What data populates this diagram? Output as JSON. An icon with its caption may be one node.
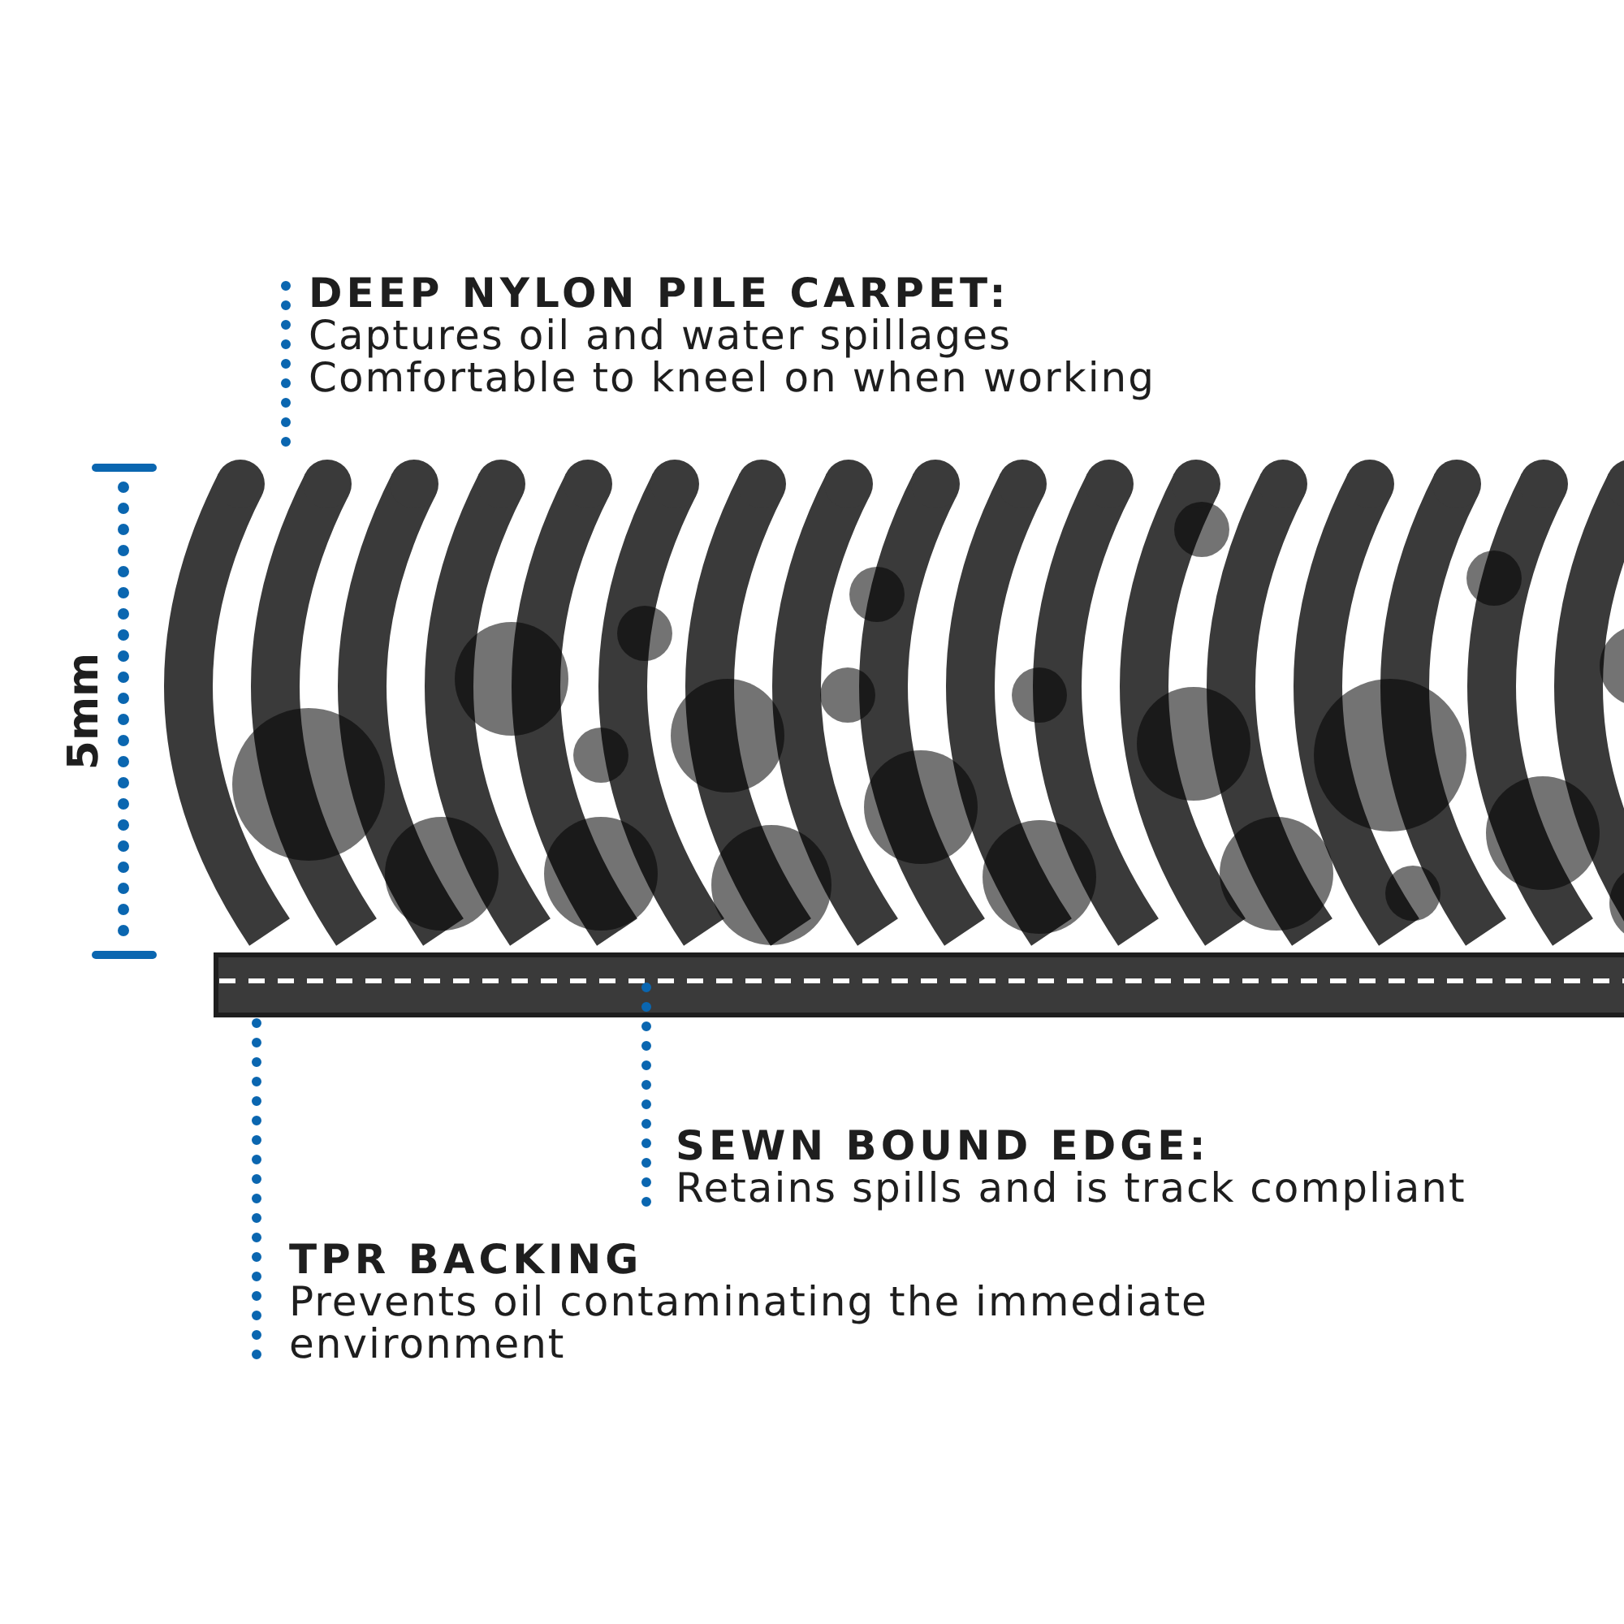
{
  "diagram": {
    "nodes": [
      {
        "text": [
          "DEEP NYLON PILE CARPET:",
          "Captures oil and water spillages",
          "Comfortable to kneel on when working"
        ]
      },
      {
        "text": [],
        "shape": "picture"
      },
      {
        "text": [],
        "shape": "bar"
      },
      {
        "text": [],
        "shape": "line",
        "in": 2
      },
      {
        "text": [
          "SEWN BOUND EDGE:",
          "Retains spills and is track compliant"
        ]
      },
      {
        "text": [
          "TPR BACKING",
          "Prevents oil contaminating the immediate environment"
        ]
      }
    ],
    "edges": [
      {
        "from": 0,
        "to": 1,
        "arrow": "none",
        "style": "dashed"
      },
      {
        "from": 4,
        "to": 3,
        "arrow": "none",
        "style": "dashed"
      },
      {
        "from": 5,
        "to": 2,
        "arrow": "none",
        "style": "dashed"
      }
    ],
    "labels": [
      "5mm"
    ]
  }
}
